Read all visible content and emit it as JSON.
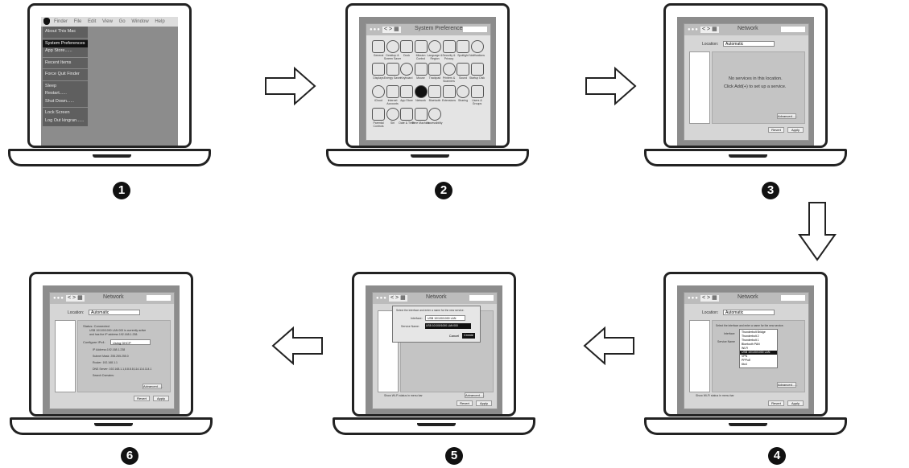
{
  "steps": [
    {
      "number": "1"
    },
    {
      "number": "2"
    },
    {
      "number": "3"
    },
    {
      "number": "4"
    },
    {
      "number": "5"
    },
    {
      "number": "6"
    }
  ],
  "screen1": {
    "menubar": [
      "Finder",
      "File",
      "Edit",
      "View",
      "Go",
      "Window",
      "Help"
    ],
    "menu_items": [
      "About This Mac",
      "System Preferences",
      "App Store......",
      "Recent Items",
      "Force Quit Finder",
      "Sleep",
      "Restart......",
      "Shut Down......",
      "Lock Screen",
      "Log Out kingran......"
    ]
  },
  "screen2": {
    "title": "System Preferences",
    "icons": [
      "General",
      "Desktop & Screen Saver",
      "Dock",
      "Mission Control",
      "Language & Region",
      "Security & Privacy",
      "Spotlight",
      "Notifications",
      "Displays",
      "Energy Saver",
      "Keyboard",
      "Mouse",
      "Trackpad",
      "Printers & Scanners",
      "Sound",
      "Startup Disk",
      "iCloud",
      "Internet Accounts",
      "App Store",
      "Network",
      "Bluetooth",
      "Extensions",
      "Sharing",
      "Users & Groups",
      "Parental Controls",
      "Siri",
      "Date & Time",
      "Time Machine",
      "Accessibility"
    ]
  },
  "network_title": "Network",
  "location_label": "Location:",
  "location_value": "Automatic",
  "screen3": {
    "empty_line1": "No services in this location.",
    "empty_line2": "Click Add(+) to set up a service.",
    "advanced": "Advanced......",
    "revert": "Revert",
    "apply": "Apply"
  },
  "screen4": {
    "prompt": "Select the interface and enter a name for the new service.",
    "interface_label": "Interface",
    "service_name_label": "Service Name",
    "options": [
      "Thunderbolt Bridge",
      "Thunderbolt 2",
      "Thunderbolt 1",
      "Bluetooth PAN",
      "Wi-Fi",
      "USB 10/100/1000 LAN",
      "VPN",
      "PPPoE",
      "6to4"
    ],
    "selected_option": "USB 10/100/1000 LAN",
    "show_wifi": "Show Wi-Fi status in menu bar",
    "advanced": "Advanced......",
    "revert": "Revert",
    "apply": "Apply"
  },
  "screen5": {
    "prompt": "Select the interface and enter a name for the new service.",
    "interface_label": "Interface:",
    "interface_value": "USB 10/100/1000 LAN",
    "service_name_label": "Service Name:",
    "service_name_value": "USB 10/100/1000 LAN 000",
    "cancel": "Cancel",
    "create": "Create",
    "show_wifi": "Show Wi-Fi status in menu bar",
    "advanced": "Advanced......",
    "revert": "Revert",
    "apply": "Apply"
  },
  "screen6": {
    "status": "Status: Connected",
    "status_detail1": "USB 10/100/1000 LAN 000 is currently active",
    "status_detail2": "and has the IP address 192.168.1.238.",
    "configure_label": "Configure IPv4:",
    "configure_value": "Using DHCP",
    "ip": "IP Address:192.168.1.238",
    "subnet": "Subnet Mask: 255.255.255.0",
    "router": "Router: 192.168.1.1",
    "dns": "DNS Server: 192.168.1.1,8.8.8.8,114.114.114.1",
    "search": "Search Domains:",
    "advanced": "Advanced......",
    "revert": "Revert",
    "apply": "Apply"
  }
}
